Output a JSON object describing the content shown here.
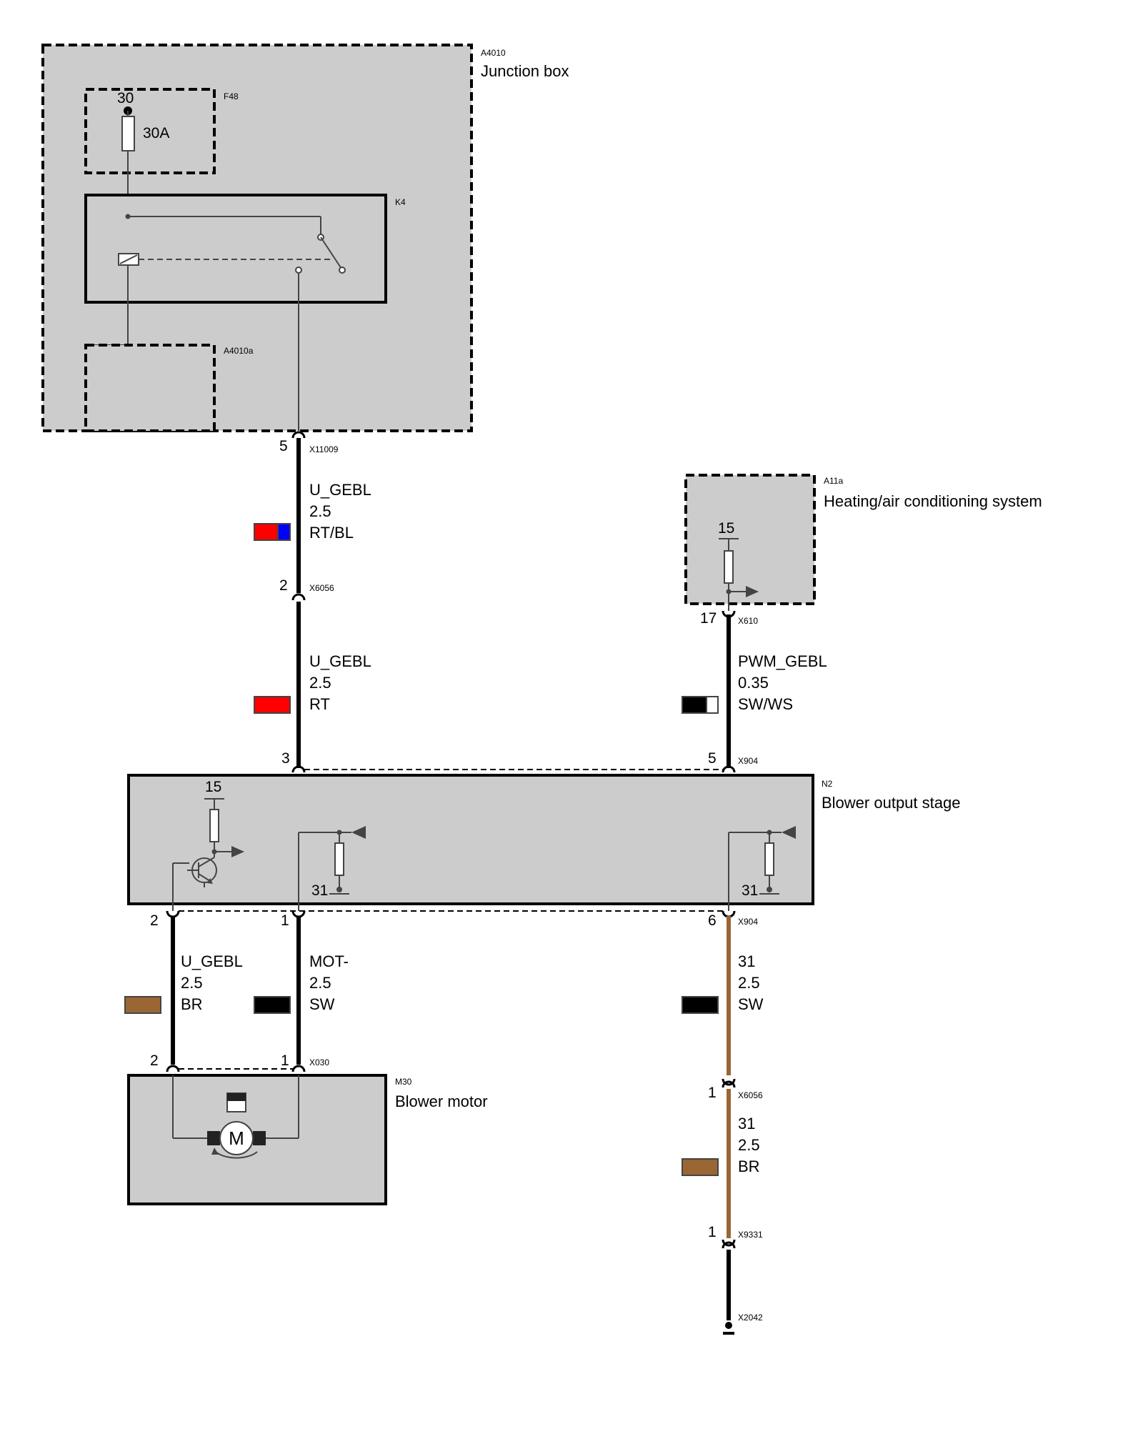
{
  "components": {
    "a4010": {
      "id": "A4010",
      "name": "Junction box"
    },
    "f48": {
      "id": "F48",
      "terminal": "30",
      "rating": "30A"
    },
    "k4": {
      "id": "K4"
    },
    "a4010a": {
      "id": "A4010a"
    },
    "a11a": {
      "id": "A11a",
      "name": "Heating/air conditioning system",
      "terminal": "15"
    },
    "n2": {
      "id": "N2",
      "name": "Blower output stage",
      "terminal_15": "15",
      "ground_left": "31",
      "ground_right": "31"
    },
    "m30": {
      "id": "M30",
      "name": "Blower motor",
      "motor_symbol": "M"
    }
  },
  "connectors": {
    "x11009": {
      "id": "X11009",
      "pin": "5"
    },
    "x6056_upper": {
      "id": "X6056",
      "pin": "2"
    },
    "x610": {
      "id": "X610",
      "pin": "17"
    },
    "x904_in": {
      "id": "X904",
      "pin_left": "3",
      "pin_right": "5"
    },
    "x904_out": {
      "id": "X904",
      "pin_a": "2",
      "pin_b": "1",
      "pin_c": "6"
    },
    "x030": {
      "id": "X030",
      "pin_a": "2",
      "pin_b": "1"
    },
    "x6056_lower": {
      "id": "X6056",
      "pin": "1"
    },
    "x9331": {
      "id": "X9331",
      "pin": "1"
    },
    "x2042": {
      "id": "X2042"
    }
  },
  "wires": {
    "w1": {
      "signal": "U_GEBL",
      "size": "2.5",
      "color_code": "RT/BL",
      "colors": [
        "#ff0000",
        "#0000ff"
      ]
    },
    "w2": {
      "signal": "U_GEBL",
      "size": "2.5",
      "color_code": "RT",
      "colors": [
        "#ff0000"
      ]
    },
    "w3": {
      "signal": "PWM_GEBL",
      "size": "0.35",
      "color_code": "SW/WS",
      "colors": [
        "#000000",
        "#ffffff"
      ]
    },
    "w4": {
      "signal": "U_GEBL",
      "size": "2.5",
      "color_code": "BR",
      "colors": [
        "#9a6634"
      ]
    },
    "w5": {
      "signal": "MOT-",
      "size": "2.5",
      "color_code": "SW",
      "colors": [
        "#000000"
      ]
    },
    "w6": {
      "signal": "31",
      "size": "2.5",
      "color_code": "SW",
      "colors": [
        "#000000"
      ]
    },
    "w7": {
      "signal": "31",
      "size": "2.5",
      "color_code": "BR",
      "colors": [
        "#9a6634"
      ]
    }
  }
}
